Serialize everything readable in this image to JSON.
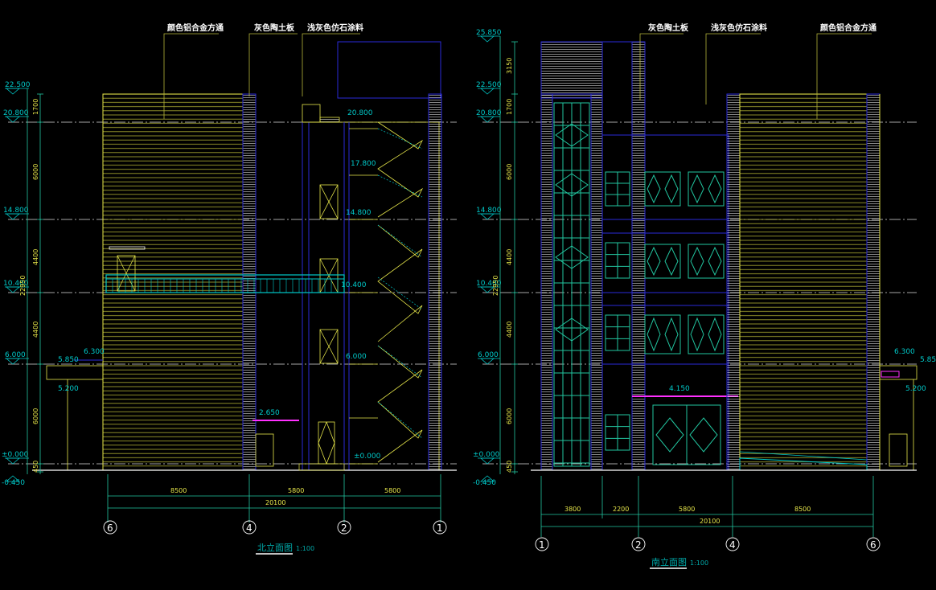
{
  "colors": {
    "background": "#000000",
    "yellow": "#e6e64a",
    "olive": "#b5b53a",
    "cyan": "#00c8c8",
    "green": "#22c6a0",
    "blue": "#2a2ad8",
    "white": "#ffffff",
    "magenta": "#ff30ff",
    "teal": "#00a8a8"
  },
  "north": {
    "callouts": [
      "颜色铝合金方通",
      "灰色陶土板",
      "浅灰色仿石涂料"
    ],
    "levels": [
      "22.500",
      "20.800",
      "14.800",
      "10.400",
      "6.000",
      "5.850",
      "5.200",
      "±0.000",
      "-0.450"
    ],
    "inner_levels": [
      "20.800",
      "17.800",
      "14.800",
      "10.400",
      "6.000",
      "±0.000"
    ],
    "side_levels": [
      "6.300",
      "2.650"
    ],
    "dims_vertical": [
      "1700",
      "6000",
      "4400",
      "4400",
      "6000",
      "450"
    ],
    "total_height": "22950",
    "dims_horizontal": [
      "8500",
      "5800",
      "5800"
    ],
    "total_width": "20100",
    "axes": [
      "6",
      "4",
      "2",
      "1"
    ],
    "title": "北立面图",
    "scale": "1:100"
  },
  "south": {
    "callouts": [
      "灰色陶土板",
      "浅灰色仿石涂料",
      "颜色铝合金方通"
    ],
    "levels": [
      "25.850",
      "22.500",
      "20.800",
      "14.800",
      "10.400",
      "6.000",
      "±0.000",
      "-0.450"
    ],
    "right_levels": [
      "6.300",
      "5.85",
      "5.200"
    ],
    "canopy_level": "4.150",
    "dims_vertical": [
      "3150",
      "1700",
      "6000",
      "4400",
      "4400",
      "6000",
      "450"
    ],
    "total_height": "22950",
    "dims_horizontal": [
      "3800",
      "2200",
      "5800",
      "8500"
    ],
    "total_width": "20100",
    "axes": [
      "1",
      "2",
      "4",
      "6"
    ],
    "title": "南立面图",
    "scale": "1:100"
  }
}
